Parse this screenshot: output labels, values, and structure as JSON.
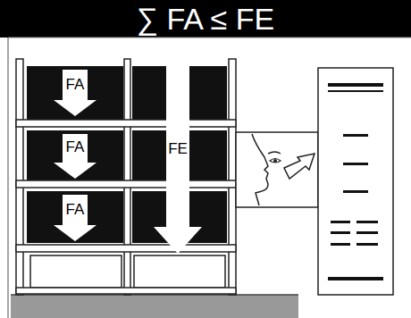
{
  "diagram": {
    "title": "∑ FA ≤ FE",
    "labels": [
      "FA",
      "FA",
      "FA",
      "FE"
    ]
  }
}
